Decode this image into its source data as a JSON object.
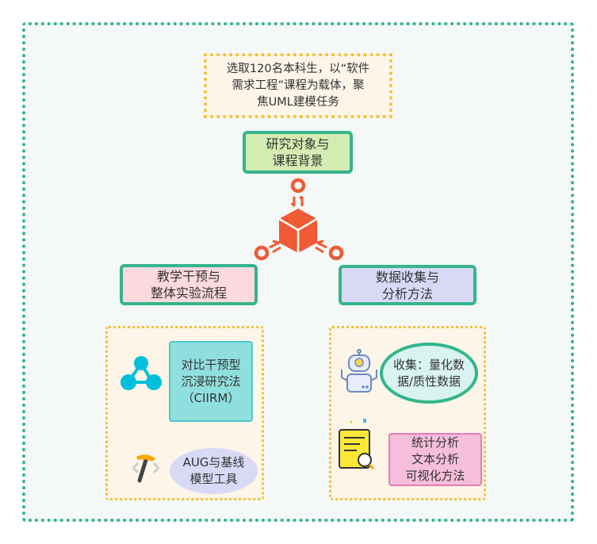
{
  "note": "选取120名本科生，以“软件\n需求工程”课程为载体，聚\n焦UML建模任务",
  "center_topic": "研究对象与\n课程背景",
  "left_topic": "教学干预与\n整体实验流程",
  "right_topic": "数据收集与\n分析方法",
  "left_items": [
    "对比干预型\n沉浸研究法\n（CIIRM）",
    "AUG与基线\n模型工具"
  ],
  "right_items": [
    "收集：量化数\n据/质性数据",
    "统计分析\n文本分析\n可视化方法"
  ],
  "colors": {
    "green": "#34b58c",
    "orange": "#f05a35",
    "gold": "#f2c13a"
  }
}
